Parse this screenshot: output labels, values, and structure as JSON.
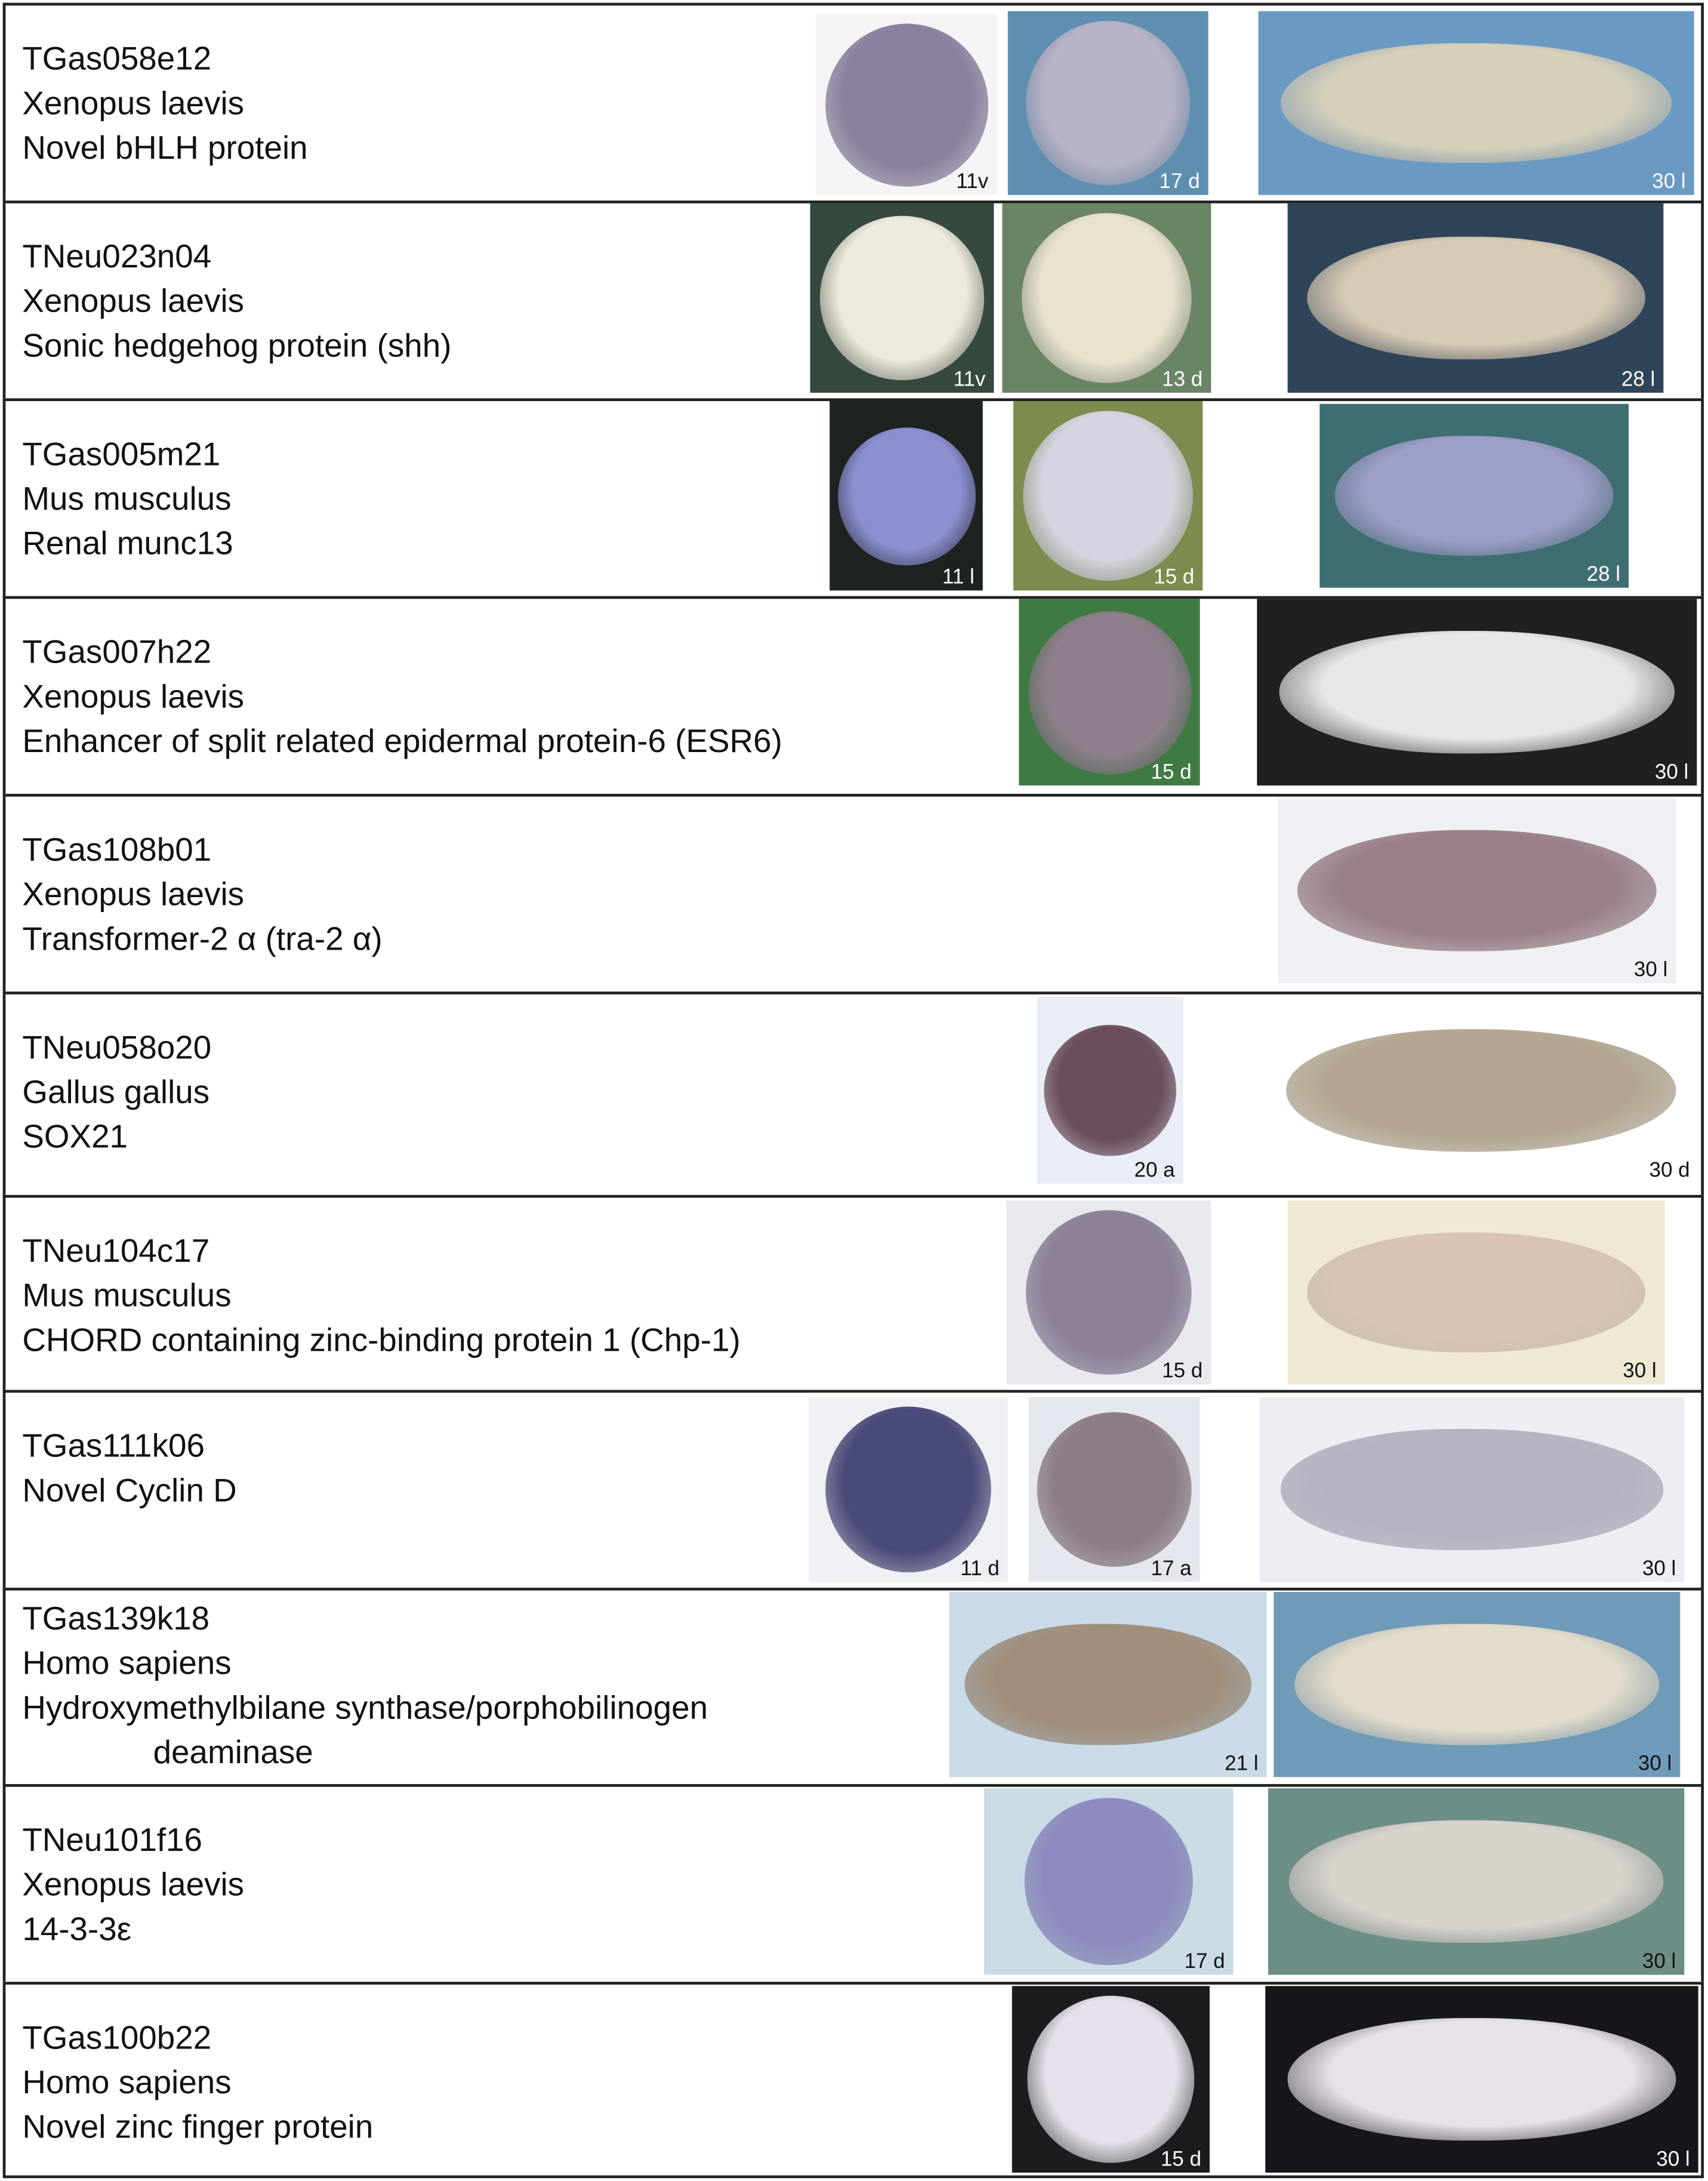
{
  "rows": [
    {
      "clone": "TGas058e12",
      "species": "Xenopus laevis",
      "protein": [
        "Novel bHLH protein"
      ],
      "images": [
        {
          "label": "11v",
          "bg": "#f4f4f6",
          "embryo": "#8a7f9e",
          "dark": true
        },
        {
          "label": "17 d",
          "bg": "#5f8fb0",
          "embryo": "#b8b3c6"
        },
        {
          "label": "30 l",
          "bg": "#6a9ac4",
          "embryo": "#d6d0bb"
        }
      ]
    },
    {
      "clone": "TNeu023n04",
      "species": "Xenopus laevis",
      "protein": [
        "Sonic hedgehog protein (shh)"
      ],
      "images": [
        {
          "label": "11v",
          "bg": "#35493d",
          "embryo": "#eee9dd"
        },
        {
          "label": "13 d",
          "bg": "#6a8466",
          "embryo": "#e9e2cf"
        },
        {
          "label": "28 l",
          "bg": "#2f4458",
          "embryo": "#d8cbb6"
        }
      ]
    },
    {
      "clone": "TGas005m21",
      "species": "Mus musculus",
      "protein": [
        "Renal munc13"
      ],
      "images": [
        {
          "label": "11 l",
          "bg": "#1d2320",
          "embryo": "#8d8fd2"
        },
        {
          "label": "15 d",
          "bg": "#7c8c4e",
          "embryo": "#d5d4e0"
        },
        {
          "label": "28 l",
          "bg": "#3f6e72",
          "embryo": "#9d9fc8"
        }
      ]
    },
    {
      "clone": "TGas007h22",
      "species": "Xenopus laevis",
      "protein": [
        "Enhancer of split related epidermal protein-6 (ESR6)"
      ],
      "images": [
        {
          "label": "15 d",
          "bg": "#3f7a45",
          "embryo": "#8e7f8c"
        },
        {
          "label": "30 l",
          "bg": "#1e2120",
          "embryo": "#e9e6ea"
        }
      ]
    },
    {
      "clone": "TGas108b01",
      "species": "Xenopus laevis",
      "protein": [
        "Transformer-2 α (tra-2 α)"
      ],
      "images": [
        {
          "label": "30 l",
          "bg": "#eef0f4",
          "embryo": "#9b7f86",
          "dark": true
        }
      ]
    },
    {
      "clone": "TNeu058o20",
      "species": "Gallus gallus",
      "protein": [
        "SOX21"
      ],
      "images": [
        {
          "label": "20 a",
          "bg": "#e9eef6",
          "embryo": "#6c4d5e",
          "dark": true
        },
        {
          "label": "30 d",
          "bg": "#ffffff",
          "embryo": "#b3a58e",
          "dark": true
        }
      ]
    },
    {
      "clone": "TNeu104c17",
      "species": "Mus musculus",
      "protein": [
        "CHORD containing zinc-binding protein 1 (Chp-1)"
      ],
      "images": [
        {
          "label": "15 d",
          "bg": "#e8e9ee",
          "embryo": "#8c7f98",
          "dark": true
        },
        {
          "label": "30 l",
          "bg": "#efe9d4",
          "embryo": "#d9c4b4",
          "dark": true
        }
      ]
    },
    {
      "clone": "TGas111k06",
      "species": "",
      "protein": [
        "Novel Cyclin D"
      ],
      "images": [
        {
          "label": "11 d",
          "bg": "#eef0f4",
          "embryo": "#4a4a7a",
          "dark": true
        },
        {
          "label": "17 a",
          "bg": "#e5e7ee",
          "embryo": "#8d7c85",
          "dark": true
        },
        {
          "label": "30 l",
          "bg": "#eceef4",
          "embryo": "#b7b1c4",
          "dark": true
        }
      ]
    },
    {
      "clone": "TGas139k18",
      "species": "Homo sapiens",
      "protein": [
        "Hydroxymethylbilane synthase/porphobilinogen",
        "deaminase"
      ],
      "images": [
        {
          "label": "21 l",
          "bg": "#c9dbe8",
          "embryo": "#a08e7a",
          "dark": true
        },
        {
          "label": "30 l",
          "bg": "#6f9bb8",
          "embryo": "#e4dccb",
          "dark": true
        }
      ]
    },
    {
      "clone": "TNeu101f16",
      "species": "Xenopus laevis",
      "protein": [
        "14-3-3ε"
      ],
      "images": [
        {
          "label": "17 d",
          "bg": "#cadbe6",
          "embryo": "#8c8ac0",
          "dark": true
        },
        {
          "label": "30 l",
          "bg": "#6d8e86",
          "embryo": "#d9d3cd",
          "dark": true
        }
      ]
    },
    {
      "clone": "TGas100b22",
      "species": "Homo sapiens",
      "protein": [
        "Novel zinc finger protein"
      ],
      "images": [
        {
          "label": "15 d",
          "bg": "#1a1c1e",
          "embryo": "#e5e0ea"
        },
        {
          "label": "30 l",
          "bg": "#15171a",
          "embryo": "#e8e2e8"
        }
      ]
    }
  ]
}
